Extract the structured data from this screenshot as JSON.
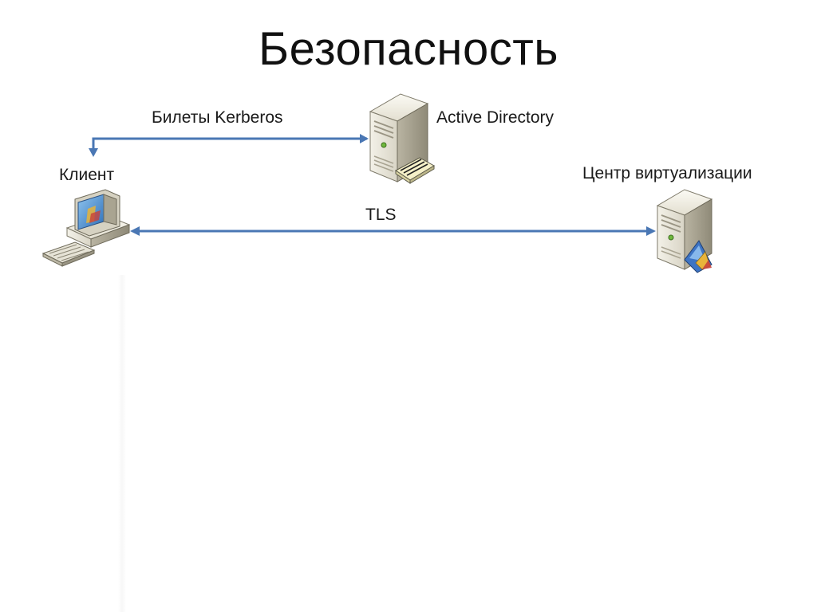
{
  "title": "Безопасность",
  "nodes": {
    "client": {
      "label": "Клиент",
      "icon": "workstation-icon"
    },
    "active_directory": {
      "label": "Active Directory",
      "icon": "directory-server-icon"
    },
    "vcenter": {
      "label": "Центр виртуализации",
      "icon": "virtualization-server-icon"
    }
  },
  "links": {
    "kerberos": {
      "label": "Билеты Kerberos",
      "from": "active_directory",
      "to": "client"
    },
    "tls": {
      "label": "TLS",
      "from": "client",
      "to": "vcenter",
      "bidirectional": true
    }
  },
  "colors": {
    "arrow": "#4a77b4",
    "text": "#1a1a1a",
    "background": "#ffffff"
  }
}
